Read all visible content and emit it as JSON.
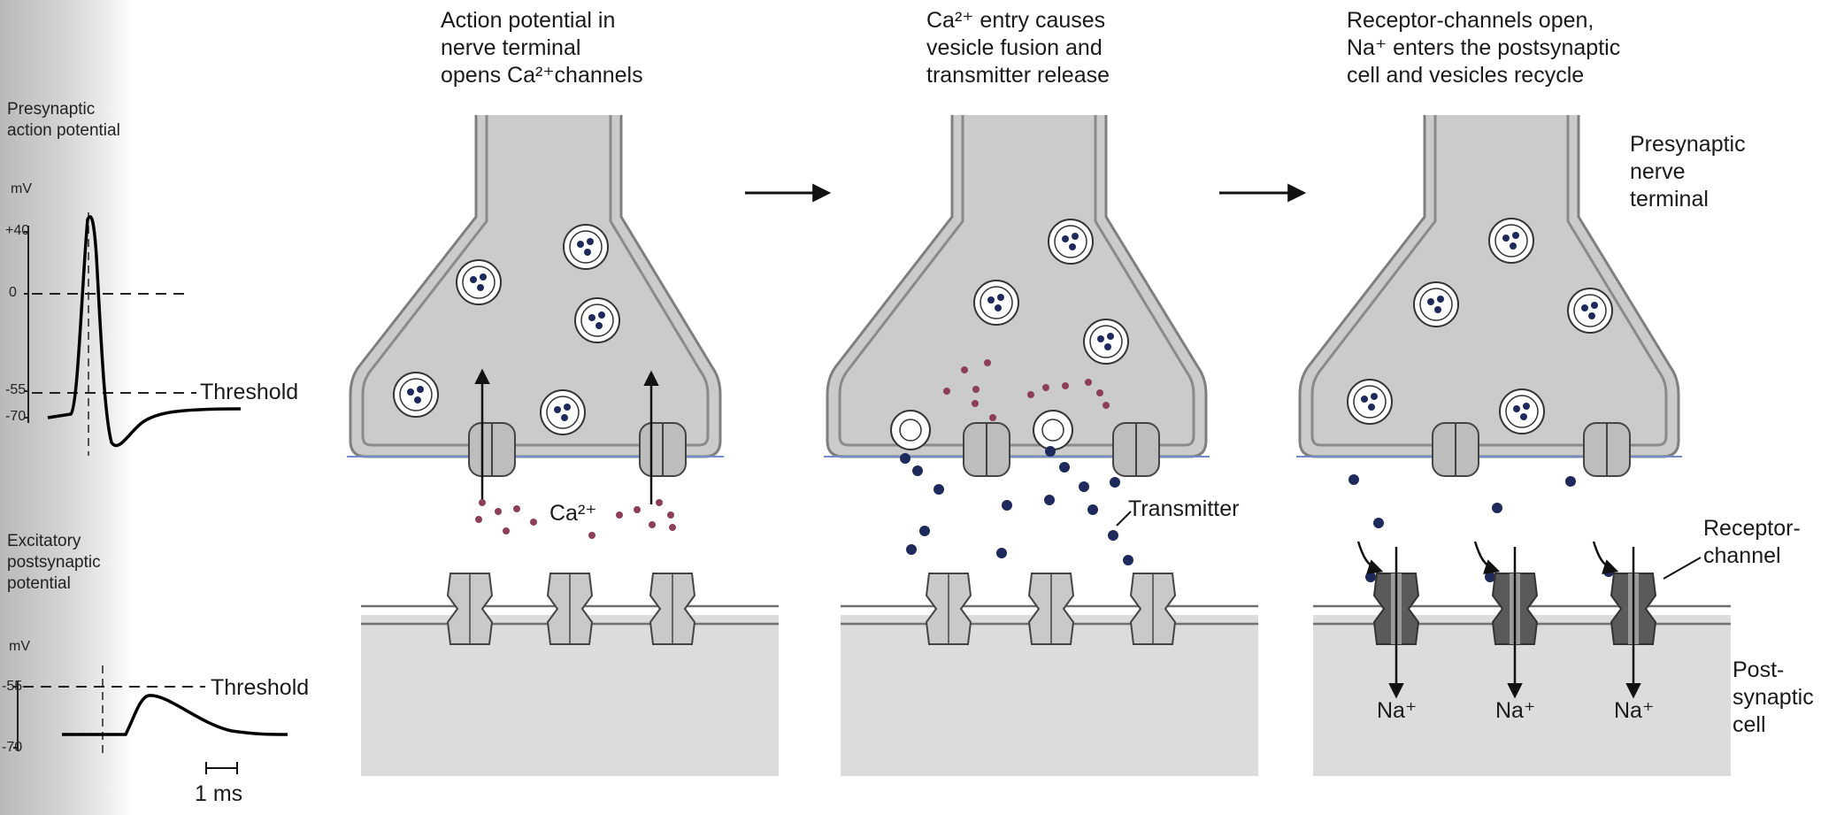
{
  "left_panel": {
    "presynaptic_title": [
      "Presynaptic",
      "action potential"
    ],
    "presynaptic_units": "mV",
    "presynaptic_ticks": [
      "+40",
      "0",
      "-55",
      "-70"
    ],
    "presynaptic_threshold": "Threshold",
    "epsp_title": [
      "Excitatory",
      "postsynaptic",
      "potential"
    ],
    "epsp_units": "mV",
    "epsp_ticks": [
      "-55",
      "-70"
    ],
    "epsp_threshold": "Threshold",
    "scale_bar": "1 ms"
  },
  "panels": [
    {
      "caption": [
        "Action potential in",
        "nerve terminal",
        "opens Ca²⁺channels"
      ],
      "label": "Ca²⁺"
    },
    {
      "caption": [
        "Ca²⁺ entry causes",
        "vesicle fusion and",
        "transmitter release"
      ],
      "label": "Transmitter"
    },
    {
      "caption": [
        "Receptor-channels open,",
        "Na⁺ enters the postsynaptic",
        "cell and vesicles recycle"
      ],
      "labels": {
        "terminal": [
          "Presynaptic",
          "nerve",
          "terminal"
        ],
        "receptor": [
          "Receptor-",
          "channel"
        ],
        "postsynaptic": [
          "Post-",
          "synaptic",
          "cell"
        ],
        "ion": [
          "Na⁺",
          "Na⁺",
          "Na⁺"
        ]
      }
    }
  ],
  "colors": {
    "terminal_fill": "#cbcbcb",
    "membrane": "#8a8a8a",
    "vesicle_dot": "#1f2a5c",
    "calcium": "#8c3e5b",
    "receptor_open": "#5a5a5a"
  }
}
